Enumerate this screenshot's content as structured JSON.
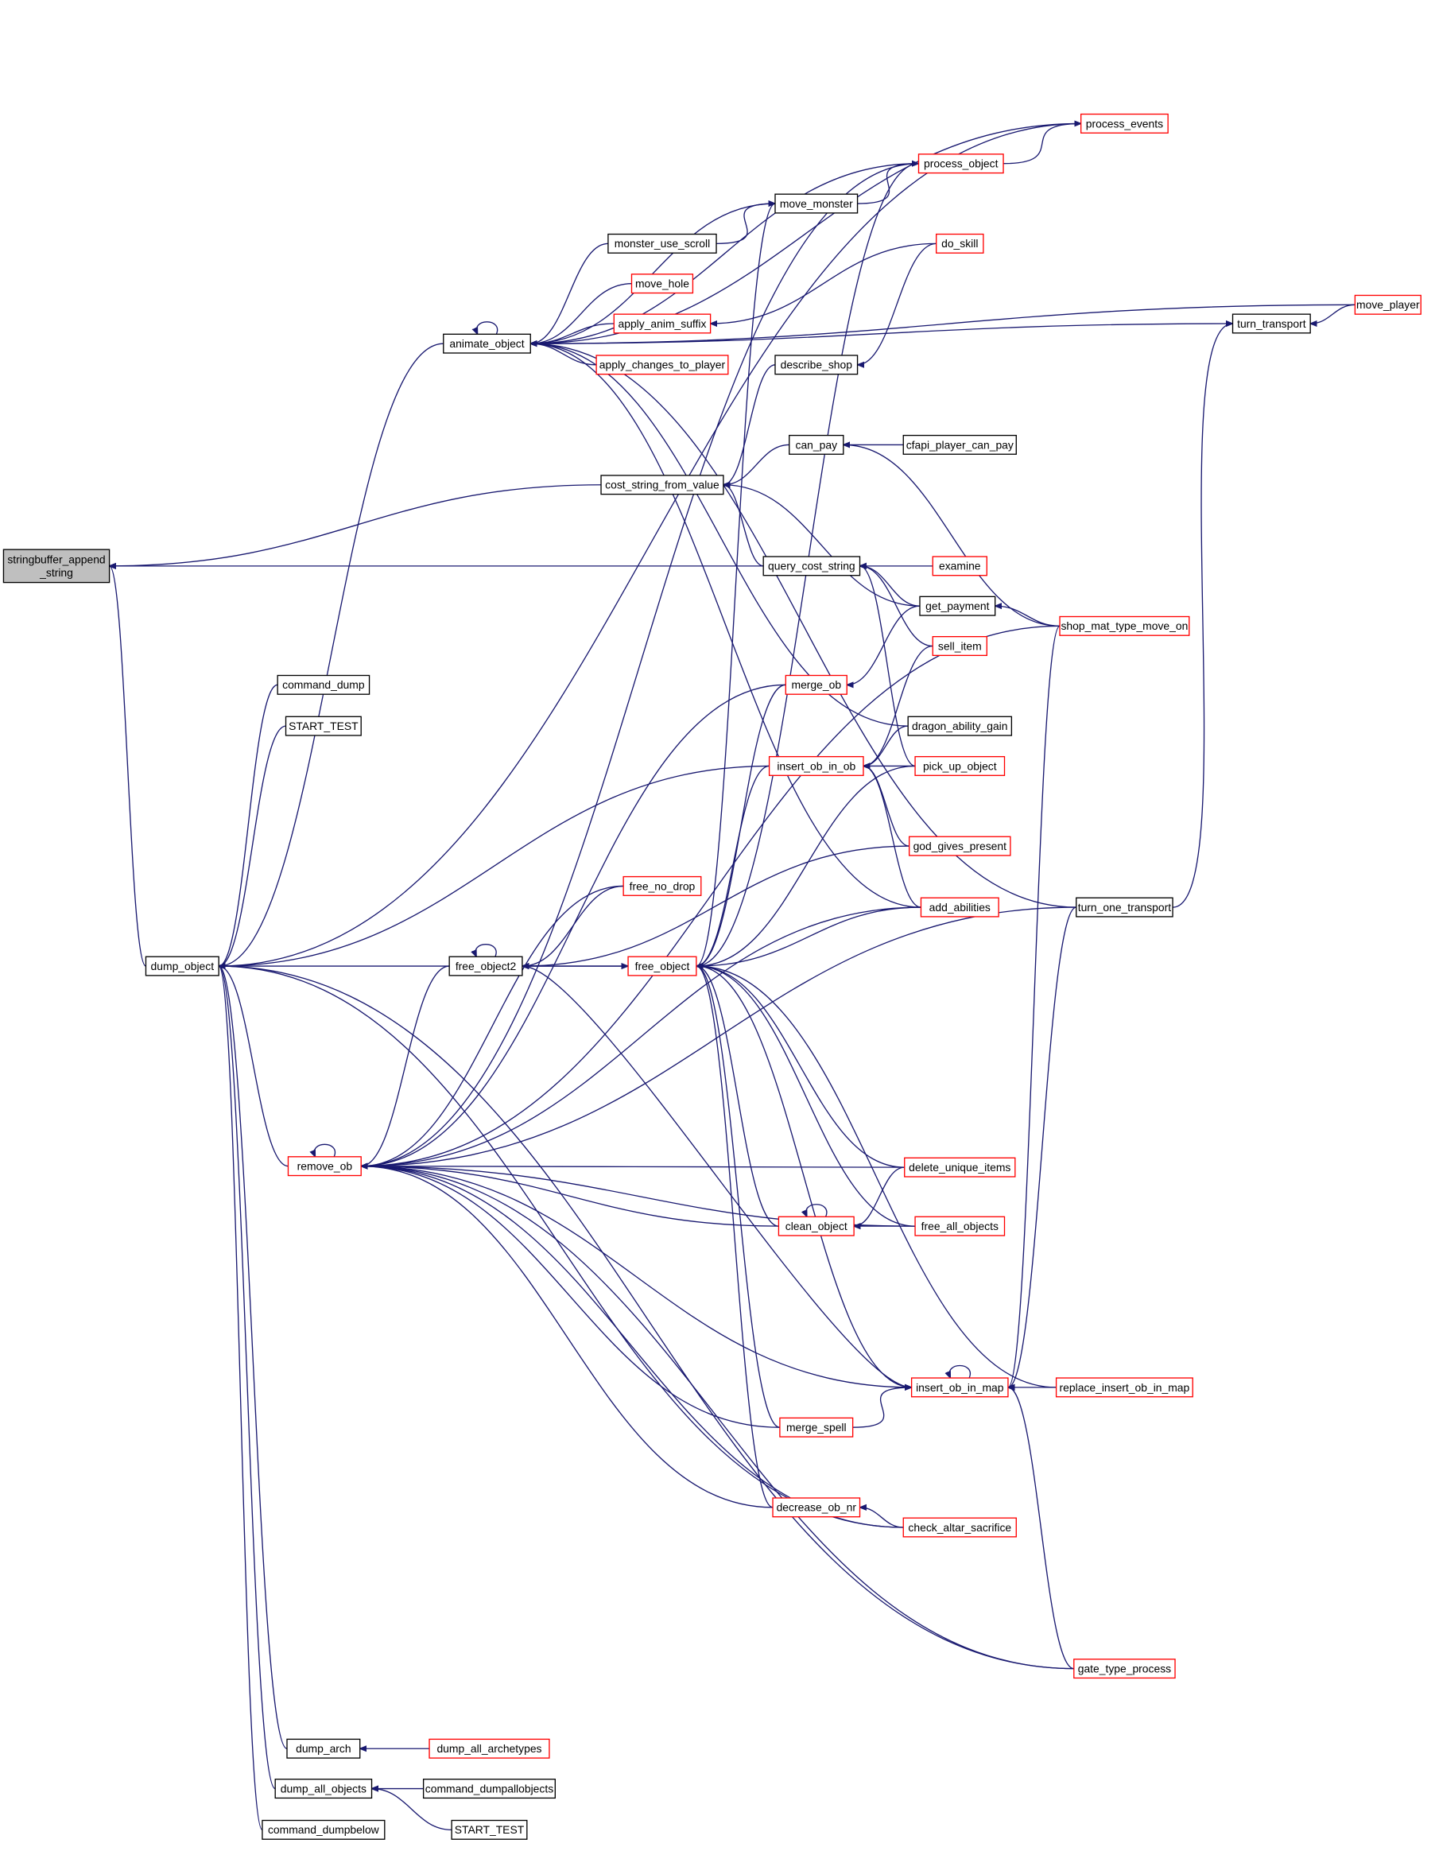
{
  "graph": {
    "title": "stringbuffer_append_string caller graph",
    "colors": {
      "edge": "#191970",
      "node_border": "#000000",
      "truncated_border": "#ff0000",
      "focus_fill": "#bfbfbf"
    },
    "nodes": [
      {
        "id": "stringbuffer_append_string",
        "label": [
          "stringbuffer_append",
          "_string"
        ],
        "style": "focus"
      },
      {
        "id": "dump_object",
        "label": [
          "dump_object"
        ],
        "style": "normal"
      },
      {
        "id": "animate_object",
        "label": [
          "animate_object"
        ],
        "style": "normal"
      },
      {
        "id": "cost_string_from_value",
        "label": [
          "cost_string_from_value"
        ],
        "style": "normal"
      },
      {
        "id": "query_cost_string",
        "label": [
          "query_cost_string"
        ],
        "style": "normal"
      },
      {
        "id": "command_dump",
        "label": [
          "command_dump"
        ],
        "style": "normal"
      },
      {
        "id": "START_TEST_1",
        "label": [
          "START_TEST"
        ],
        "style": "normal"
      },
      {
        "id": "free_object2",
        "label": [
          "free_object2"
        ],
        "style": "normal"
      },
      {
        "id": "remove_ob",
        "label": [
          "remove_ob"
        ],
        "style": "red"
      },
      {
        "id": "dump_arch",
        "label": [
          "dump_arch"
        ],
        "style": "normal"
      },
      {
        "id": "dump_all_objects",
        "label": [
          "dump_all_objects"
        ],
        "style": "normal"
      },
      {
        "id": "command_dumpbelow",
        "label": [
          "command_dumpbelow"
        ],
        "style": "normal"
      },
      {
        "id": "process_events",
        "label": [
          "process_events"
        ],
        "style": "red"
      },
      {
        "id": "process_object",
        "label": [
          "process_object"
        ],
        "style": "red"
      },
      {
        "id": "move_monster",
        "label": [
          "move_monster"
        ],
        "style": "normal"
      },
      {
        "id": "monster_use_scroll",
        "label": [
          "monster_use_scroll"
        ],
        "style": "normal"
      },
      {
        "id": "do_skill",
        "label": [
          "do_skill"
        ],
        "style": "red"
      },
      {
        "id": "move_hole",
        "label": [
          "move_hole"
        ],
        "style": "red"
      },
      {
        "id": "apply_anim_suffix",
        "label": [
          "apply_anim_suffix"
        ],
        "style": "red"
      },
      {
        "id": "move_player",
        "label": [
          "move_player"
        ],
        "style": "red"
      },
      {
        "id": "turn_transport",
        "label": [
          "turn_transport"
        ],
        "style": "normal"
      },
      {
        "id": "apply_changes_to_player",
        "label": [
          "apply_changes_to_player"
        ],
        "style": "red"
      },
      {
        "id": "describe_shop",
        "label": [
          "describe_shop"
        ],
        "style": "normal"
      },
      {
        "id": "can_pay",
        "label": [
          "can_pay"
        ],
        "style": "normal"
      },
      {
        "id": "cfapi_player_can_pay",
        "label": [
          "cfapi_player_can_pay"
        ],
        "style": "normal"
      },
      {
        "id": "examine",
        "label": [
          "examine"
        ],
        "style": "red"
      },
      {
        "id": "get_payment",
        "label": [
          "get_payment"
        ],
        "style": "normal"
      },
      {
        "id": "shop_mat_type_move_on",
        "label": [
          "shop_mat_type_move_on"
        ],
        "style": "red"
      },
      {
        "id": "sell_item",
        "label": [
          "sell_item"
        ],
        "style": "red"
      },
      {
        "id": "merge_ob",
        "label": [
          "merge_ob"
        ],
        "style": "red"
      },
      {
        "id": "dragon_ability_gain",
        "label": [
          "dragon_ability_gain"
        ],
        "style": "normal"
      },
      {
        "id": "insert_ob_in_ob",
        "label": [
          "insert_ob_in_ob"
        ],
        "style": "red"
      },
      {
        "id": "pick_up_object",
        "label": [
          "pick_up_object"
        ],
        "style": "red"
      },
      {
        "id": "god_gives_present",
        "label": [
          "god_gives_present"
        ],
        "style": "red"
      },
      {
        "id": "free_no_drop",
        "label": [
          "free_no_drop"
        ],
        "style": "red"
      },
      {
        "id": "add_abilities",
        "label": [
          "add_abilities"
        ],
        "style": "red"
      },
      {
        "id": "turn_one_transport",
        "label": [
          "turn_one_transport"
        ],
        "style": "normal"
      },
      {
        "id": "free_object",
        "label": [
          "free_object"
        ],
        "style": "red"
      },
      {
        "id": "delete_unique_items",
        "label": [
          "delete_unique_items"
        ],
        "style": "red"
      },
      {
        "id": "clean_object",
        "label": [
          "clean_object"
        ],
        "style": "red"
      },
      {
        "id": "free_all_objects",
        "label": [
          "free_all_objects"
        ],
        "style": "red"
      },
      {
        "id": "insert_ob_in_map",
        "label": [
          "insert_ob_in_map"
        ],
        "style": "red"
      },
      {
        "id": "replace_insert_ob_in_map",
        "label": [
          "replace_insert_ob_in_map"
        ],
        "style": "red"
      },
      {
        "id": "merge_spell",
        "label": [
          "merge_spell"
        ],
        "style": "red"
      },
      {
        "id": "decrease_ob_nr",
        "label": [
          "decrease_ob_nr"
        ],
        "style": "red"
      },
      {
        "id": "check_altar_sacrifice",
        "label": [
          "check_altar_sacrifice"
        ],
        "style": "red"
      },
      {
        "id": "gate_type_process",
        "label": [
          "gate_type_process"
        ],
        "style": "red"
      },
      {
        "id": "dump_all_archetypes",
        "label": [
          "dump_all_archetypes"
        ],
        "style": "red"
      },
      {
        "id": "command_dumpallobjects",
        "label": [
          "command_dumpallobjects"
        ],
        "style": "normal"
      },
      {
        "id": "START_TEST_2",
        "label": [
          "START_TEST"
        ],
        "style": "normal"
      }
    ],
    "edges": [
      [
        "dump_object",
        "stringbuffer_append_string"
      ],
      [
        "cost_string_from_value",
        "stringbuffer_append_string"
      ],
      [
        "query_cost_string",
        "stringbuffer_append_string"
      ],
      [
        "animate_object",
        "dump_object"
      ],
      [
        "command_dump",
        "dump_object"
      ],
      [
        "START_TEST_1",
        "dump_object"
      ],
      [
        "free_object2",
        "dump_object"
      ],
      [
        "remove_ob",
        "dump_object"
      ],
      [
        "insert_ob_in_ob",
        "dump_object"
      ],
      [
        "dump_arch",
        "dump_object"
      ],
      [
        "dump_all_objects",
        "dump_object"
      ],
      [
        "command_dumpbelow",
        "dump_object"
      ],
      [
        "process_events",
        "dump_object"
      ],
      [
        "check_altar_sacrifice",
        "dump_object"
      ],
      [
        "gate_type_process",
        "dump_object"
      ],
      [
        "animate_object",
        "animate_object"
      ],
      [
        "process_events",
        "animate_object"
      ],
      [
        "process_object",
        "animate_object"
      ],
      [
        "move_monster",
        "animate_object"
      ],
      [
        "monster_use_scroll",
        "animate_object"
      ],
      [
        "move_hole",
        "animate_object"
      ],
      [
        "apply_anim_suffix",
        "animate_object"
      ],
      [
        "apply_changes_to_player",
        "animate_object"
      ],
      [
        "move_player",
        "animate_object"
      ],
      [
        "turn_transport",
        "animate_object"
      ],
      [
        "dragon_ability_gain",
        "animate_object"
      ],
      [
        "add_abilities",
        "animate_object"
      ],
      [
        "turn_one_transport",
        "animate_object"
      ],
      [
        "process_object",
        "process_events"
      ],
      [
        "move_monster",
        "process_object"
      ],
      [
        "monster_use_scroll",
        "move_monster"
      ],
      [
        "do_skill",
        "apply_anim_suffix"
      ],
      [
        "do_skill",
        "describe_shop"
      ],
      [
        "move_player",
        "turn_transport"
      ],
      [
        "turn_one_transport",
        "turn_transport"
      ],
      [
        "describe_shop",
        "cost_string_from_value"
      ],
      [
        "can_pay",
        "cost_string_from_value"
      ],
      [
        "query_cost_string",
        "cost_string_from_value"
      ],
      [
        "get_payment",
        "cost_string_from_value"
      ],
      [
        "cfapi_player_can_pay",
        "can_pay"
      ],
      [
        "shop_mat_type_move_on",
        "can_pay"
      ],
      [
        "examine",
        "query_cost_string"
      ],
      [
        "get_payment",
        "query_cost_string"
      ],
      [
        "sell_item",
        "query_cost_string"
      ],
      [
        "pick_up_object",
        "query_cost_string"
      ],
      [
        "shop_mat_type_move_on",
        "get_payment"
      ],
      [
        "get_payment",
        "merge_ob"
      ],
      [
        "sell_item",
        "insert_ob_in_ob"
      ],
      [
        "dragon_ability_gain",
        "insert_ob_in_ob"
      ],
      [
        "pick_up_object",
        "insert_ob_in_ob"
      ],
      [
        "god_gives_present",
        "insert_ob_in_ob"
      ],
      [
        "add_abilities",
        "insert_ob_in_ob"
      ],
      [
        "free_object",
        "free_object2"
      ],
      [
        "free_object2",
        "free_object"
      ],
      [
        "free_object2",
        "free_object2"
      ],
      [
        "free_no_drop",
        "free_object2"
      ],
      [
        "god_gives_present",
        "free_object2"
      ],
      [
        "merge_ob",
        "free_object"
      ],
      [
        "insert_ob_in_ob",
        "free_object"
      ],
      [
        "pick_up_object",
        "free_object"
      ],
      [
        "add_abilities",
        "free_object"
      ],
      [
        "process_object",
        "free_object"
      ],
      [
        "move_monster",
        "free_object"
      ],
      [
        "delete_unique_items",
        "free_object"
      ],
      [
        "free_all_objects",
        "free_object"
      ],
      [
        "clean_object",
        "free_object"
      ],
      [
        "replace_insert_ob_in_map",
        "free_object"
      ],
      [
        "insert_ob_in_map",
        "free_object"
      ],
      [
        "merge_spell",
        "free_object"
      ],
      [
        "decrease_ob_nr",
        "free_object"
      ],
      [
        "remove_ob",
        "remove_ob"
      ],
      [
        "merge_ob",
        "remove_ob"
      ],
      [
        "free_no_drop",
        "remove_ob"
      ],
      [
        "free_object2",
        "remove_ob"
      ],
      [
        "shop_mat_type_move_on",
        "remove_ob"
      ],
      [
        "turn_one_transport",
        "remove_ob"
      ],
      [
        "delete_unique_items",
        "remove_ob"
      ],
      [
        "clean_object",
        "remove_ob"
      ],
      [
        "free_all_objects",
        "remove_ob"
      ],
      [
        "merge_spell",
        "remove_ob"
      ],
      [
        "insert_ob_in_map",
        "remove_ob"
      ],
      [
        "decrease_ob_nr",
        "remove_ob"
      ],
      [
        "check_altar_sacrifice",
        "remove_ob"
      ],
      [
        "gate_type_process",
        "remove_ob"
      ],
      [
        "add_abilities",
        "remove_ob"
      ],
      [
        "process_object",
        "remove_ob"
      ],
      [
        "clean_object",
        "clean_object"
      ],
      [
        "delete_unique_items",
        "clean_object"
      ],
      [
        "free_all_objects",
        "clean_object"
      ],
      [
        "free_object2",
        "insert_ob_in_map"
      ],
      [
        "insert_ob_in_map",
        "insert_ob_in_map"
      ],
      [
        "replace_insert_ob_in_map",
        "insert_ob_in_map"
      ],
      [
        "shop_mat_type_move_on",
        "insert_ob_in_map"
      ],
      [
        "turn_one_transport",
        "insert_ob_in_map"
      ],
      [
        "gate_type_process",
        "insert_ob_in_map"
      ],
      [
        "merge_spell",
        "insert_ob_in_map"
      ],
      [
        "check_altar_sacrifice",
        "decrease_ob_nr"
      ],
      [
        "dump_all_archetypes",
        "dump_arch"
      ],
      [
        "command_dumpallobjects",
        "dump_all_objects"
      ],
      [
        "START_TEST_2",
        "dump_all_objects"
      ]
    ]
  }
}
